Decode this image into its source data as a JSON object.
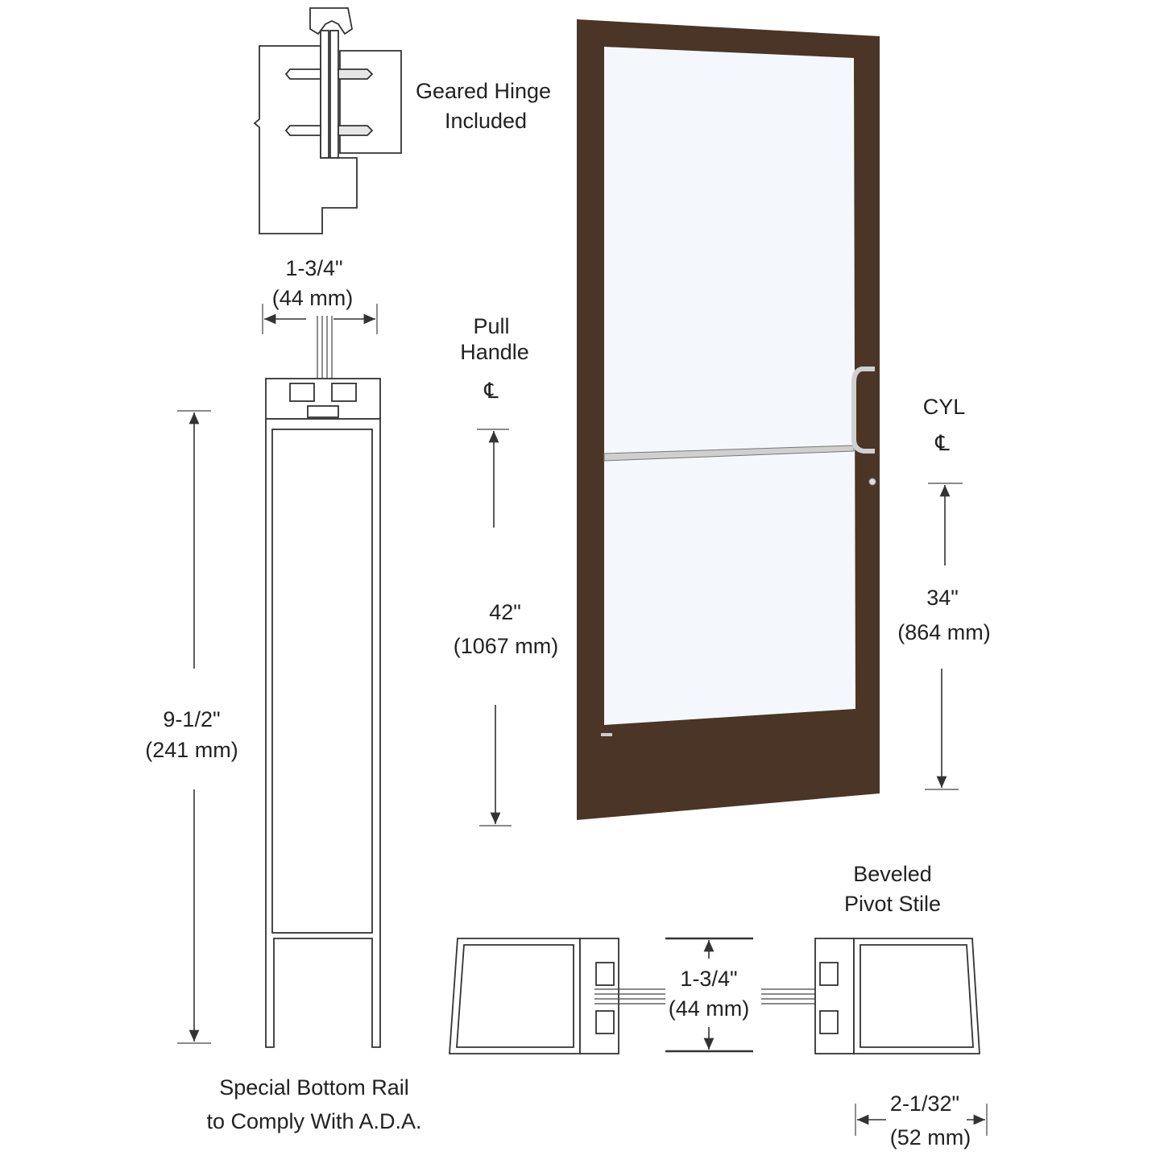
{
  "colors": {
    "door_frame": "#4a3526",
    "glass": "#f4f8fc",
    "hardware": "#c8c8c8",
    "line": "#333333"
  },
  "hinge": {
    "label_line1": "Geared Hinge",
    "label_line2": "Included"
  },
  "stile_section": {
    "width_in": "1-3/4\"",
    "width_mm": "(44 mm)",
    "height_in": "9-1/2\"",
    "height_mm": "(241 mm)",
    "caption_line1": "Special Bottom Rail",
    "caption_line2": "to Comply With A.D.A."
  },
  "pull_handle": {
    "label_line1": "Pull",
    "label_line2": "Handle",
    "centerline": "℄",
    "dim_in": "42\"",
    "dim_mm": "(1067 mm)"
  },
  "cylinder": {
    "label": "CYL",
    "centerline": "℄",
    "dim_in": "34\"",
    "dim_mm": "(864 mm)"
  },
  "pivot_stile": {
    "label_line1": "Beveled",
    "label_line2": "Pivot Stile",
    "depth_in": "1-3/4\"",
    "depth_mm": "(44 mm)",
    "width_in": "2-1/32\"",
    "width_mm": "(52 mm)"
  }
}
